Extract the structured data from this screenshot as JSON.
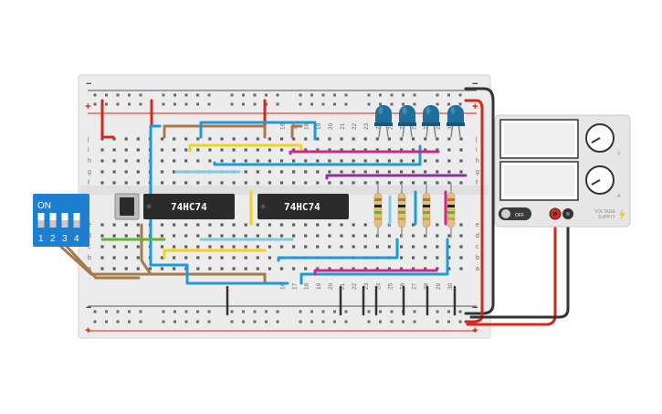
{
  "breadboard": {
    "column_numbers": [
      "16",
      "17",
      "18",
      "19",
      "20",
      "21",
      "22",
      "23",
      "24",
      "25",
      "26",
      "27",
      "28",
      "29",
      "30"
    ],
    "row_letters_top": [
      "j",
      "i",
      "h",
      "g",
      "f"
    ],
    "row_letters_bottom": [
      "e",
      "d",
      "c",
      "b",
      "a"
    ],
    "rail_plus": "+",
    "rail_minus": "−"
  },
  "chips": [
    {
      "label": "74HC74"
    },
    {
      "label": "74HC74"
    }
  ],
  "dip_switch": {
    "on_label": "ON",
    "switch_numbers": [
      "1",
      "2",
      "3",
      "4"
    ]
  },
  "power_supply": {
    "off_label": "OFF",
    "brand_line1": "VOLTAGE",
    "brand_line2": "SUPPLY",
    "knob_top_label": "V",
    "knob_bottom_label": "A"
  },
  "colors": {
    "board": "#ececec",
    "rail_red": "#d9261c",
    "chip": "#2b2b2b",
    "led_blue": "#1f6f9a",
    "dip_blue": "#1e7fd1",
    "wire_blue": "#1b9bd7",
    "wire_yellow": "#f2d21b",
    "wire_purple": "#8e2fa8",
    "wire_brown": "#a8794a",
    "wire_magenta": "#d1268e",
    "wire_green": "#5fb52c",
    "wire_lightblue": "#7fc9e3"
  },
  "components": {
    "led_count": 4,
    "resistor_count": 4
  }
}
